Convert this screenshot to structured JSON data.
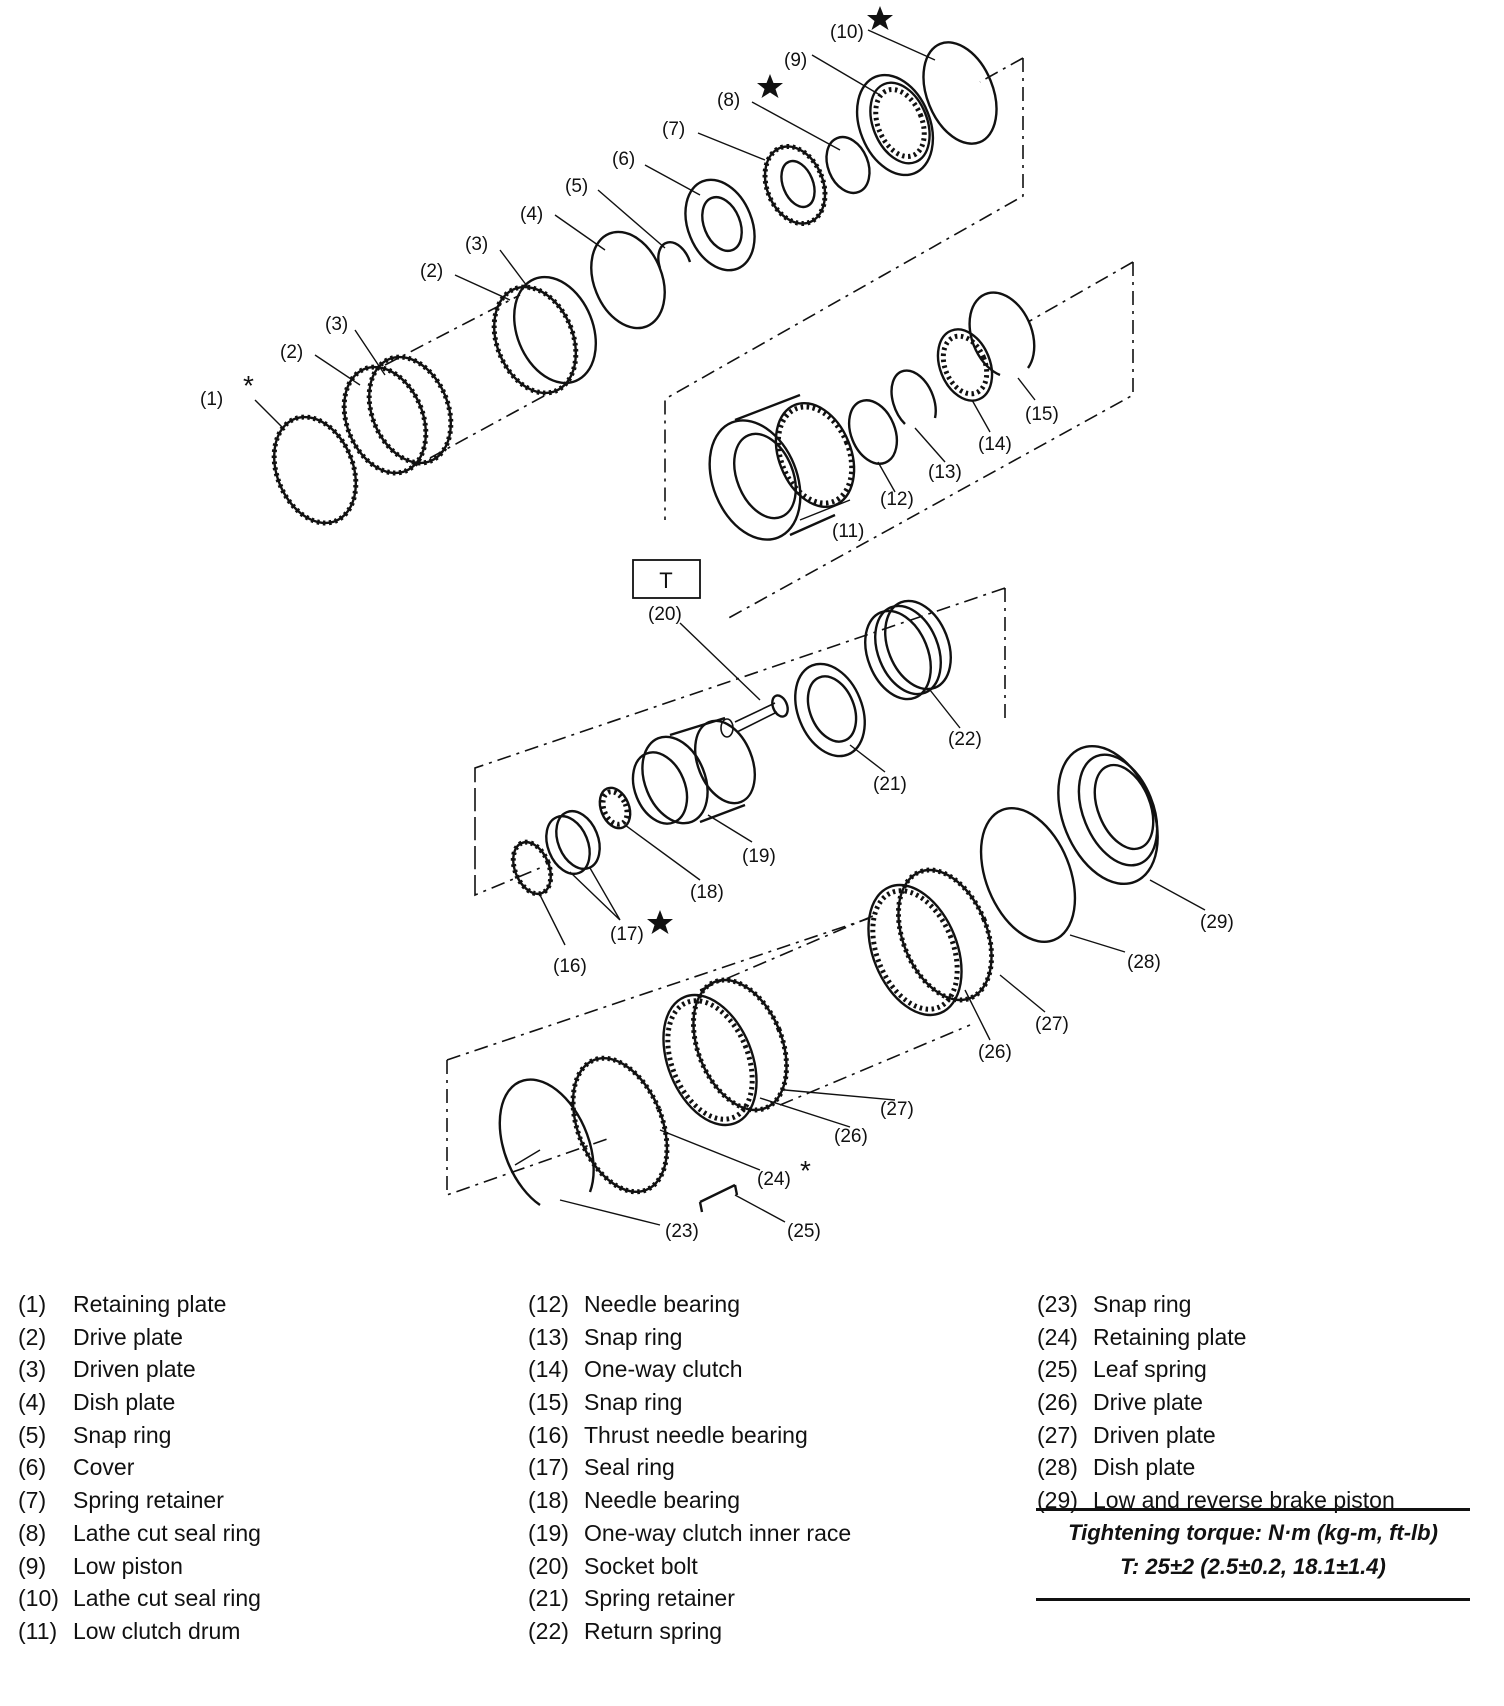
{
  "callouts": {
    "c1": "(1)",
    "c2a": "(2)",
    "c2b": "(2)",
    "c3a": "(3)",
    "c3b": "(3)",
    "c4": "(4)",
    "c5": "(5)",
    "c6": "(6)",
    "c7": "(7)",
    "c8": "(8)",
    "c9": "(9)",
    "c10": "(10)",
    "c11": "(11)",
    "c12": "(12)",
    "c13": "(13)",
    "c14": "(14)",
    "c15": "(15)",
    "c16": "(16)",
    "c17": "(17)",
    "c18": "(18)",
    "c19": "(19)",
    "c20": "(20)",
    "c21": "(21)",
    "c22": "(22)",
    "c23": "(23)",
    "c24": "(24)",
    "c25": "(25)",
    "c26a": "(26)",
    "c26b": "(26)",
    "c27a": "(27)",
    "c27b": "(27)",
    "c28": "(28)",
    "c29": "(29)"
  },
  "torque_marker": "T",
  "asterisk": "*",
  "legend": {
    "col1": [
      {
        "num": "(1)",
        "name": "Retaining plate"
      },
      {
        "num": "(2)",
        "name": "Drive plate"
      },
      {
        "num": "(3)",
        "name": "Driven plate"
      },
      {
        "num": "(4)",
        "name": "Dish plate"
      },
      {
        "num": "(5)",
        "name": "Snap ring"
      },
      {
        "num": "(6)",
        "name": "Cover"
      },
      {
        "num": "(7)",
        "name": "Spring retainer"
      },
      {
        "num": "(8)",
        "name": "Lathe cut seal ring"
      },
      {
        "num": "(9)",
        "name": "Low piston"
      },
      {
        "num": "(10)",
        "name": "Lathe cut seal ring"
      },
      {
        "num": "(11)",
        "name": "Low clutch drum"
      }
    ],
    "col2": [
      {
        "num": "(12)",
        "name": "Needle bearing"
      },
      {
        "num": "(13)",
        "name": "Snap ring"
      },
      {
        "num": "(14)",
        "name": "One-way clutch"
      },
      {
        "num": "(15)",
        "name": "Snap ring"
      },
      {
        "num": "(16)",
        "name": "Thrust needle bearing"
      },
      {
        "num": "(17)",
        "name": "Seal ring"
      },
      {
        "num": "(18)",
        "name": "Needle bearing"
      },
      {
        "num": "(19)",
        "name": "One-way clutch inner race"
      },
      {
        "num": "(20)",
        "name": "Socket bolt"
      },
      {
        "num": "(21)",
        "name": "Spring retainer"
      },
      {
        "num": "(22)",
        "name": "Return spring"
      }
    ],
    "col3": [
      {
        "num": "(23)",
        "name": "Snap ring"
      },
      {
        "num": "(24)",
        "name": "Retaining plate"
      },
      {
        "num": "(25)",
        "name": "Leaf spring"
      },
      {
        "num": "(26)",
        "name": "Drive plate"
      },
      {
        "num": "(27)",
        "name": "Driven plate"
      },
      {
        "num": "(28)",
        "name": "Dish plate"
      },
      {
        "num": "(29)",
        "name": "Low and reverse brake piston"
      }
    ]
  },
  "torque": {
    "heading": "Tightening torque: N·m (kg-m, ft-lb)",
    "value": "T: 25±2 (2.5±0.2, 18.1±1.4)"
  }
}
